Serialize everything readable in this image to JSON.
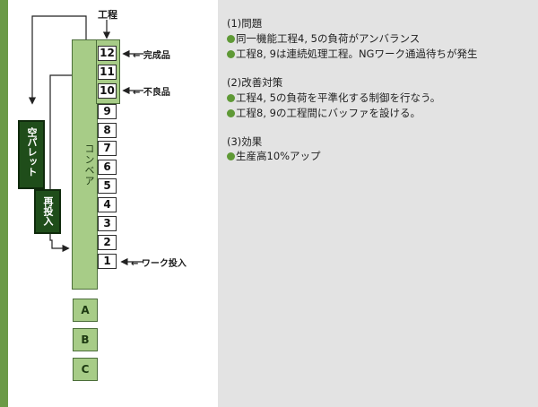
{
  "diagram": {
    "top_label": "工程",
    "conveyor_label": "コンベア",
    "process_numbers": [
      "12",
      "11",
      "10",
      "9",
      "8",
      "7",
      "6",
      "5",
      "4",
      "3",
      "2",
      "1"
    ],
    "annotations": {
      "finished": "← 完成品",
      "defective": "← 不良品",
      "work_input": "← ワーク投入"
    },
    "empty_pallet": "空パレット",
    "reinput": "再投入",
    "stations": [
      "A",
      "B",
      "C"
    ]
  },
  "text": {
    "problem_heading": "(1)問題",
    "problem_items": [
      "同一機能工程4, 5の負荷がアンバランス",
      "工程8, 9は連続処理工程。NGワーク通過待ちが発生"
    ],
    "improvement_heading": "(2)改善対策",
    "improvement_items": [
      "工程4, 5の負荷を平準化する制御を行なう。",
      "工程8, 9の工程間にバッファを設ける。"
    ],
    "effect_heading": "(3)効果",
    "effect_items": [
      "生産高10%アップ"
    ]
  },
  "colors": {
    "accent_green": "#6b9a47",
    "conveyor_green": "#a7cc87",
    "dark_green": "#1f4d1a",
    "panel_gray": "#e3e3e3",
    "bullet_green": "#5f9936"
  }
}
